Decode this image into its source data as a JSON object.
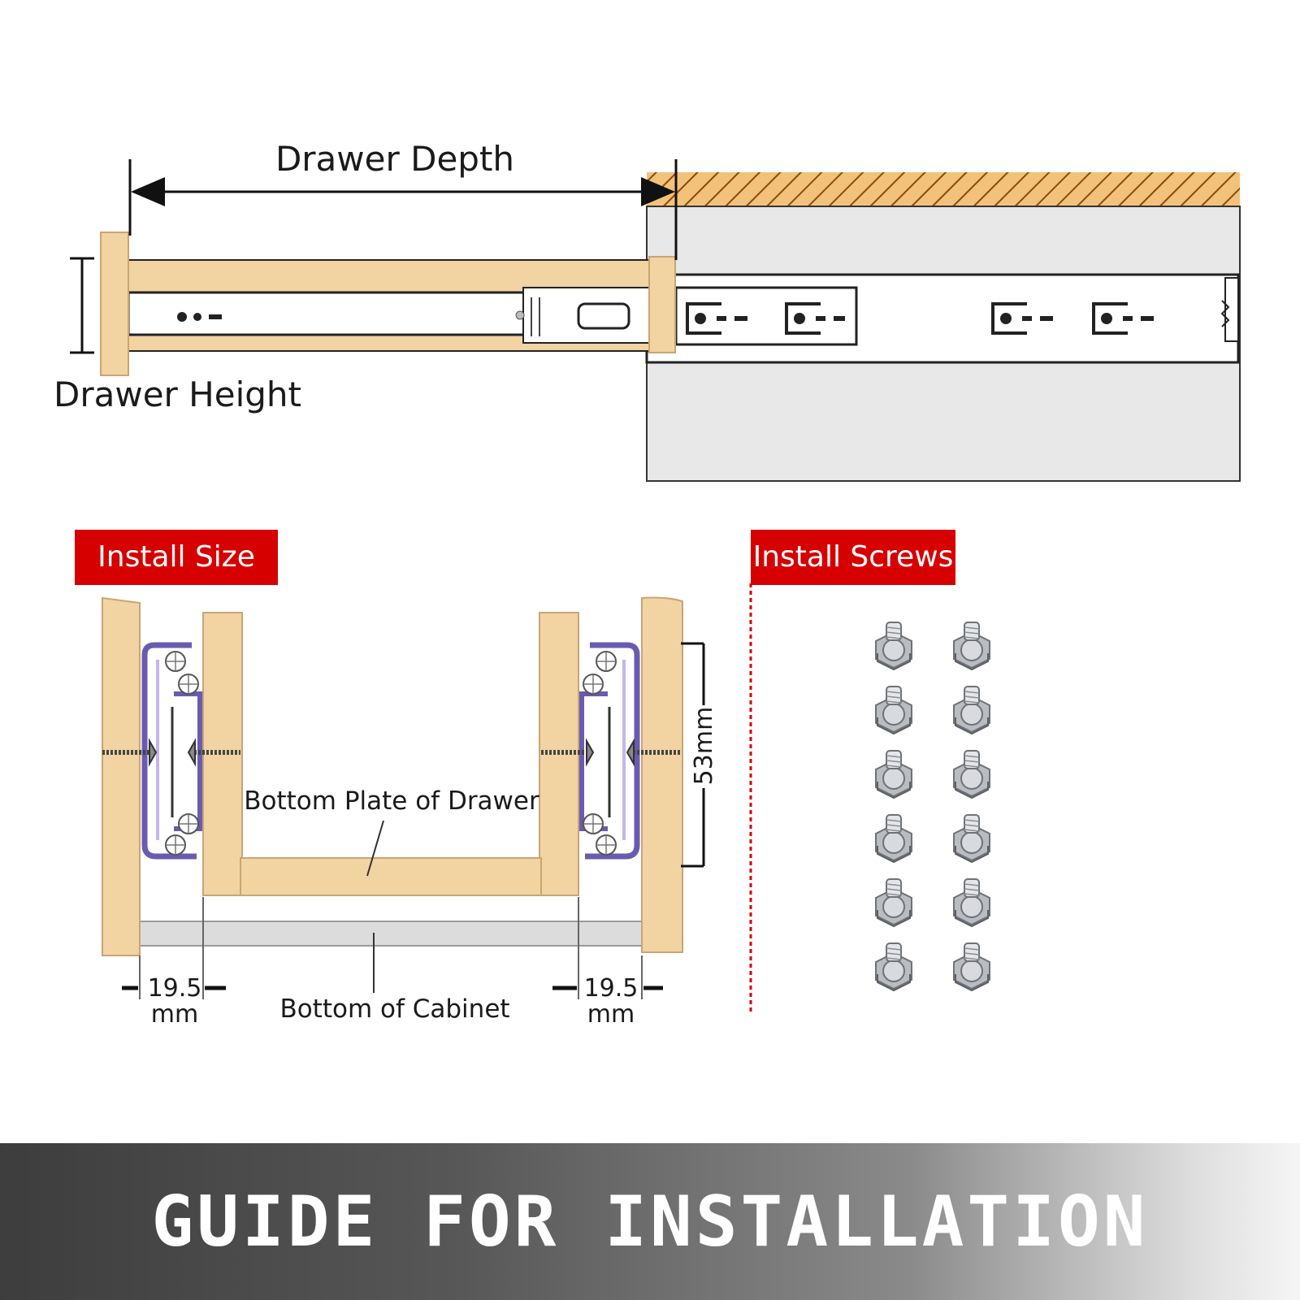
{
  "top_diagram": {
    "depth_label": "Drawer Depth",
    "height_label": "Drawer Height"
  },
  "install_size": {
    "badge": "Install Size",
    "bottom_plate_label": "Bottom Plate of Drawer",
    "bottom_cabinet_label": "Bottom of Cabinet",
    "gap_left_value": "19.5",
    "gap_left_unit": "mm",
    "gap_right_value": "19.5",
    "gap_right_unit": "mm",
    "height_dim": "53mm"
  },
  "install_screws": {
    "badge": "Install Screws",
    "screw_count": 12
  },
  "banner": {
    "title": "GUIDE FOR INSTALLATION"
  },
  "colors": {
    "wood": "#f2d3a2",
    "wood_stroke": "#c9a574",
    "hatch": "#e2a04a",
    "cabinet": "#e6e6e6",
    "badge": "#d60000",
    "rail_purple": "#6a5bb0"
  }
}
